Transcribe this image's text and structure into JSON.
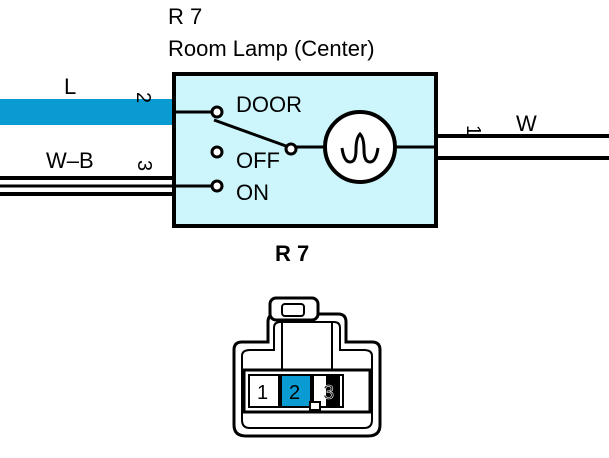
{
  "component": {
    "code": "R 7",
    "name": "Room Lamp (Center)",
    "bottom_code": "R 7"
  },
  "wires": {
    "left_top": {
      "color_label": "L",
      "pin": "2",
      "color": "#0b9bd3"
    },
    "left_bottom": {
      "color_label": "W–B",
      "pin": "3"
    },
    "right": {
      "color_label": "W",
      "pin": "1"
    }
  },
  "switch": {
    "positions": [
      "DOOR",
      "OFF",
      "ON"
    ]
  },
  "connector": {
    "pins": [
      {
        "number": "1",
        "highlight": false
      },
      {
        "number": "2",
        "highlight": true
      },
      {
        "number": "3",
        "highlight": false
      }
    ]
  },
  "colors": {
    "box_fill": "#ccf6fb",
    "wire_blue": "#0b9bd3",
    "outline": "#000000"
  }
}
